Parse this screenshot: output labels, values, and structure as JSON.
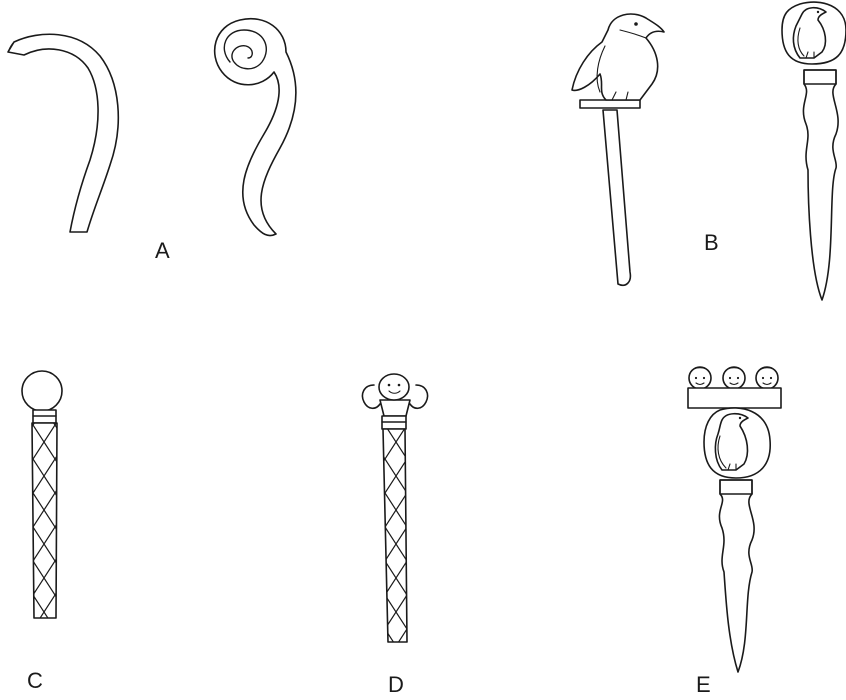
{
  "figure": {
    "labels": {
      "a": "A",
      "b": "B",
      "c": "C",
      "d": "D",
      "e": "E"
    }
  }
}
